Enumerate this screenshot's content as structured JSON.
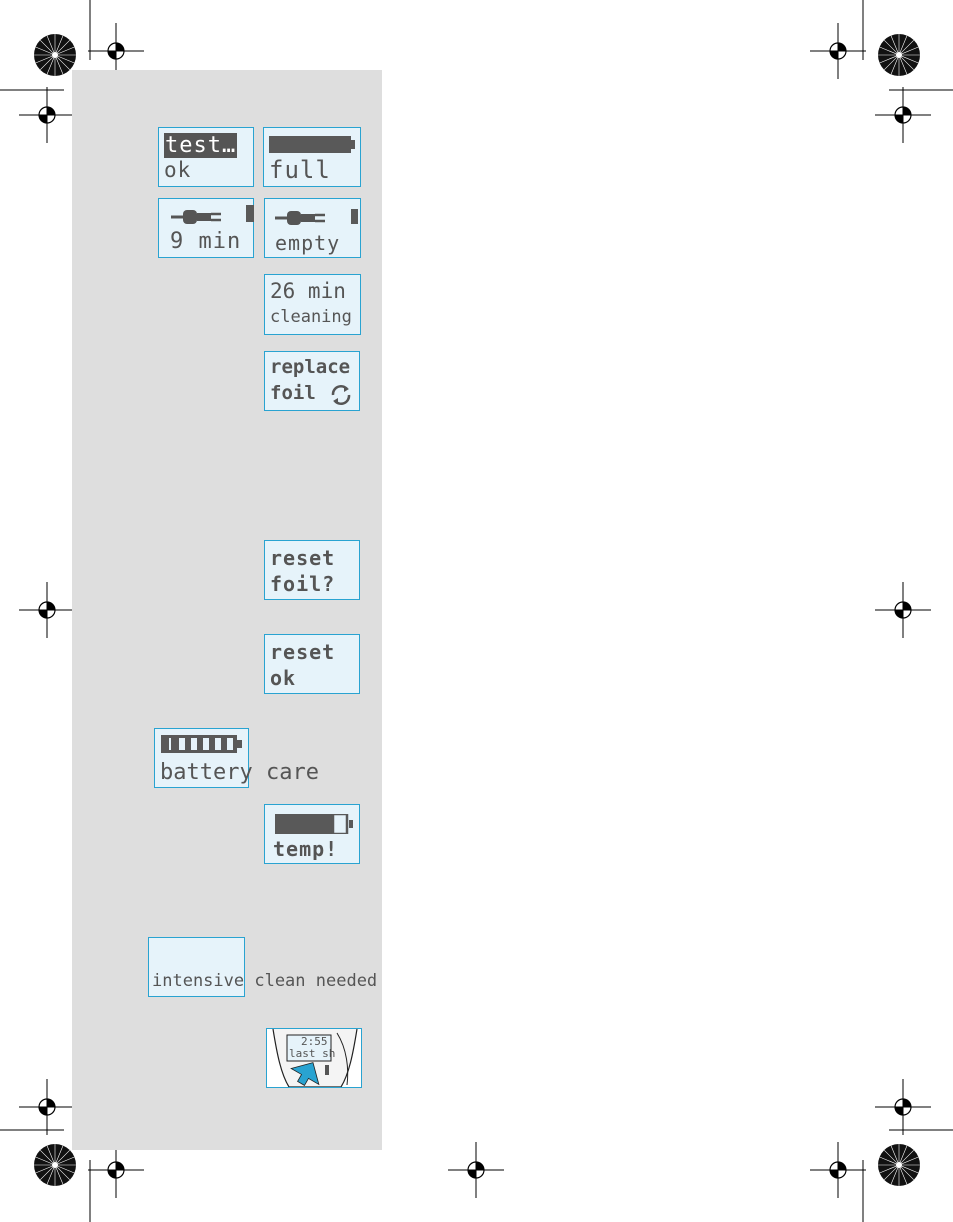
{
  "displays": {
    "test": {
      "line1": "test…",
      "line2": "ok"
    },
    "full": {
      "line2": "full"
    },
    "charge_time": {
      "line2": "9 min"
    },
    "empty": {
      "line2": "empty"
    },
    "cleaning": {
      "line1": "26 min",
      "line2": "cleaning"
    },
    "replace_foil": {
      "line1": "replace",
      "line2": "foil"
    },
    "reset_foil": {
      "line1": "reset",
      "line2": "foil?"
    },
    "reset_ok": {
      "line1": "reset",
      "line2": "ok"
    },
    "battery_care": {
      "line2": "battery care"
    },
    "temp": {
      "line2": "temp!"
    },
    "intensive_clean": {
      "line2": "intensive clean needed"
    },
    "device_display": {
      "line1": "2:55",
      "line2": "last sh"
    }
  },
  "icons": [
    "plug-icon",
    "battery-icon",
    "refresh-icon",
    "crosshair-icon",
    "color-wheel-icon"
  ],
  "colors": {
    "lcd_border": "#29a3d1",
    "lcd_bg": "#e6f3fa",
    "lcd_text": "#555555",
    "panel_bg": "#dedede",
    "arrow": "#29a3d1"
  }
}
